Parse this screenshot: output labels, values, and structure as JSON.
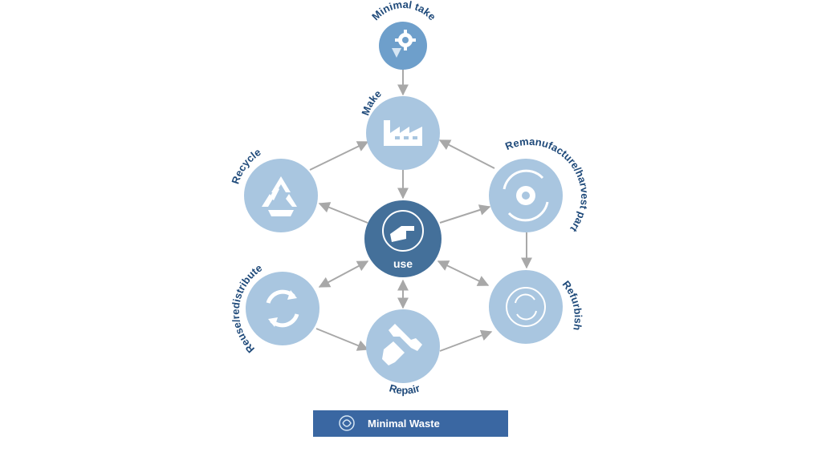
{
  "nodes": {
    "minimal_take": "Minimal take",
    "make": "Make",
    "recycle": "Recycle",
    "remanufacture": "Remanufacture/harvest part",
    "use": "use",
    "reuse": "Reuse/redistribute",
    "refurbish": "Refurbish",
    "repair": "Repair"
  },
  "footer": {
    "label": "Minimal Waste"
  },
  "colors": {
    "node_fill": "#a9c6e0",
    "center_fill": "#44709a",
    "top_fill": "#6e9fcb",
    "label_text": "#1f4a7a",
    "arrow": "#a8a8a8",
    "footer_bg": "#3a67a2"
  },
  "icons": {
    "minimal_take": "gear-download-icon",
    "make": "factory-icon",
    "recycle": "recycle-icon",
    "remanufacture": "gear-cycle-icon",
    "use": "pointing-hand-icon",
    "reuse": "refresh-icon",
    "refurbish": "gear-refresh-icon",
    "repair": "wrench-hand-icon",
    "footer": "waste-cycle-icon"
  }
}
